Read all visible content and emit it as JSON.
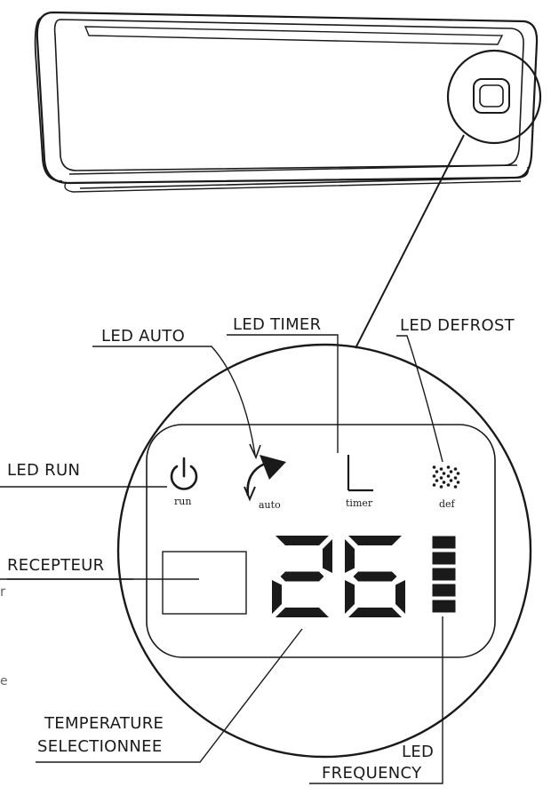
{
  "labels": {
    "led_auto": "LED AUTO",
    "led_timer": "LED TIMER",
    "led_defrost": "LED DEFROST",
    "led_run": "LED RUN",
    "recepteur": "RECEPTEUR",
    "temperature_line1": "TEMPERATURE",
    "temperature_line2": "SELECTIONNEE",
    "frequency_line1": "LED",
    "frequency_line2": "FREQUENCY"
  },
  "icons": {
    "run": "power-icon",
    "auto": "auto-arrow-icon",
    "timer": "timer-icon",
    "def": "defrost-icon"
  },
  "icon_labels": {
    "run": "run",
    "auto": "auto",
    "timer": "timer",
    "def": "def"
  },
  "display": {
    "temperature": "26",
    "frequency_level": 5,
    "frequency_max": 5
  },
  "edge_text": {
    "fragment1": "r",
    "fragment2": "e"
  },
  "colors": {
    "ink": "#1a1a1a",
    "background": "#ffffff"
  }
}
